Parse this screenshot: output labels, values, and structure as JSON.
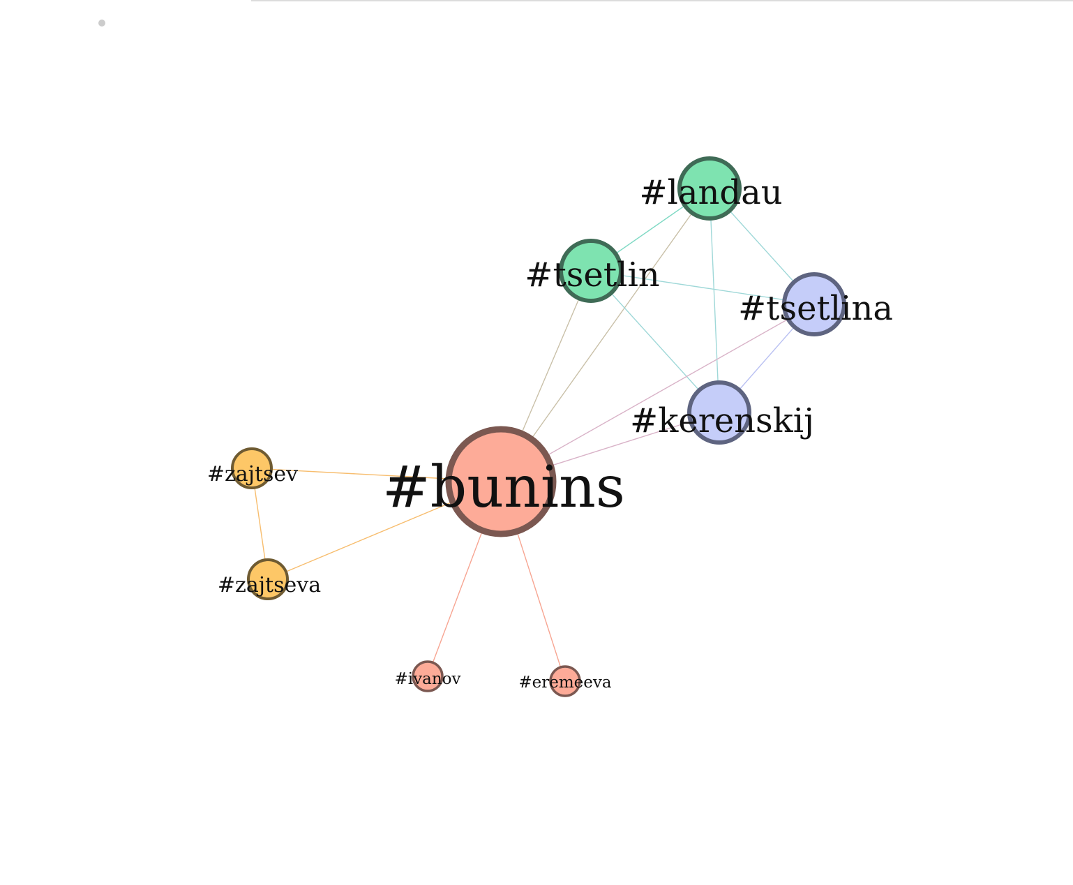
{
  "graph": {
    "nodes": [
      {
        "id": "bunins",
        "label": "#bunins",
        "group": "red"
      },
      {
        "id": "landau",
        "label": "#landau",
        "group": "green"
      },
      {
        "id": "tsetlin",
        "label": "#tsetlin",
        "group": "green"
      },
      {
        "id": "tsetlina",
        "label": "#tsetlina",
        "group": "blue"
      },
      {
        "id": "kerenskij",
        "label": "#kerenskij",
        "group": "blue"
      },
      {
        "id": "zajtsev",
        "label": "#zajtsev",
        "group": "orange"
      },
      {
        "id": "zajtseva",
        "label": "#zajtseva",
        "group": "orange"
      },
      {
        "id": "ivanov",
        "label": "#ivanov",
        "group": "red"
      },
      {
        "id": "eremeeva",
        "label": "#eremeeva",
        "group": "red"
      }
    ],
    "edges": [
      {
        "source": "landau",
        "target": "tsetlin"
      },
      {
        "source": "landau",
        "target": "tsetlina"
      },
      {
        "source": "landau",
        "target": "kerenskij"
      },
      {
        "source": "landau",
        "target": "bunins"
      },
      {
        "source": "tsetlin",
        "target": "tsetlina"
      },
      {
        "source": "tsetlin",
        "target": "kerenskij"
      },
      {
        "source": "tsetlin",
        "target": "bunins"
      },
      {
        "source": "tsetlina",
        "target": "kerenskij"
      },
      {
        "source": "tsetlina",
        "target": "bunins"
      },
      {
        "source": "kerenskij",
        "target": "bunins"
      },
      {
        "source": "zajtsev",
        "target": "bunins"
      },
      {
        "source": "zajtsev",
        "target": "zajtseva"
      },
      {
        "source": "zajtseva",
        "target": "bunins"
      },
      {
        "source": "ivanov",
        "target": "bunins"
      },
      {
        "source": "eremeeva",
        "target": "bunins"
      }
    ]
  },
  "colors": {
    "red": {
      "fill": "#fdab98",
      "stroke": "#7b5851",
      "edge": "#f7a592"
    },
    "green": {
      "fill": "#7ee3b0",
      "stroke": "#3f6b56",
      "edge": "#7fd9c4"
    },
    "blue": {
      "fill": "#c5cdf9",
      "stroke": "#5e6480",
      "edge": "#b9c0f2"
    },
    "orange": {
      "fill": "#fdc767",
      "stroke": "#6f5b32",
      "edge": "#f7bd6e"
    },
    "mixed_red_green": "#c9c0a8",
    "mixed_red_blue": "#d9b3c8",
    "mixed_green_blue": "#9fd8d8"
  }
}
